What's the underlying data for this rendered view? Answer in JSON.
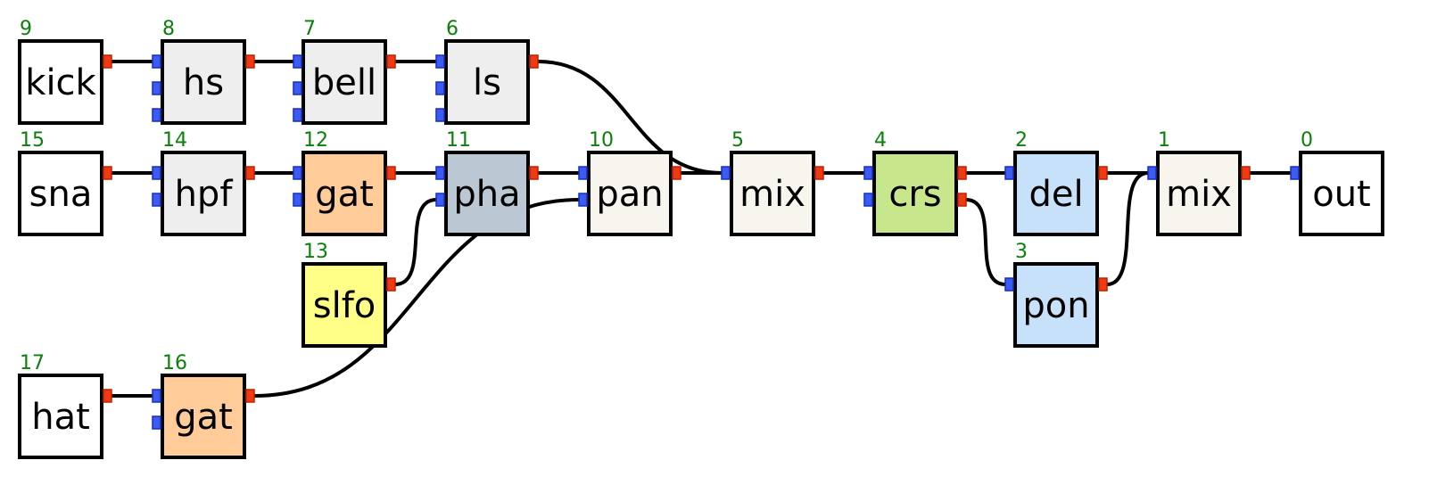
{
  "nodes": [
    {
      "id": "9",
      "label": "kick",
      "kind": "source",
      "fill": "#ffffff",
      "border": "#1010e0",
      "inputs": 0,
      "outputs": 1
    },
    {
      "id": "8",
      "label": "hs",
      "kind": "effect",
      "fill": "#eeeeee",
      "border": "#000000",
      "inputs": 3,
      "outputs": 1
    },
    {
      "id": "7",
      "label": "bell",
      "kind": "effect",
      "fill": "#eeeeee",
      "border": "#000000",
      "inputs": 3,
      "outputs": 1
    },
    {
      "id": "6",
      "label": "ls",
      "kind": "effect",
      "fill": "#eeeeee",
      "border": "#000000",
      "inputs": 3,
      "outputs": 1
    },
    {
      "id": "15",
      "label": "sna",
      "kind": "source",
      "fill": "#ffffff",
      "border": "#1010e0",
      "inputs": 0,
      "outputs": 1
    },
    {
      "id": "14",
      "label": "hpf",
      "kind": "effect",
      "fill": "#eeeeee",
      "border": "#000000",
      "inputs": 2,
      "outputs": 1
    },
    {
      "id": "12",
      "label": "gat",
      "kind": "effect",
      "fill": "#ffcc99",
      "border": "#000000",
      "inputs": 2,
      "outputs": 1
    },
    {
      "id": "11",
      "label": "pha",
      "kind": "effect",
      "fill": "#bbc8d4",
      "border": "#000000",
      "inputs": 2,
      "outputs": 1
    },
    {
      "id": "13",
      "label": "slfo",
      "kind": "modulator",
      "fill": "#ffff88",
      "border": "#000000",
      "inputs": 0,
      "outputs": 1
    },
    {
      "id": "10",
      "label": "pan",
      "kind": "effect",
      "fill": "#f7f5ee",
      "border": "#000000",
      "inputs": 2,
      "outputs": 1
    },
    {
      "id": "5",
      "label": "mix",
      "kind": "mixer",
      "fill": "#f7f5ee",
      "border": "#000000",
      "inputs": 1,
      "outputs": 1
    },
    {
      "id": "4",
      "label": "crs",
      "kind": "effect",
      "fill": "#c8e68c",
      "border": "#000000",
      "inputs": 2,
      "outputs": 2
    },
    {
      "id": "2",
      "label": "del",
      "kind": "effect",
      "fill": "#c8e1fa",
      "border": "#000000",
      "inputs": 1,
      "outputs": 1
    },
    {
      "id": "3",
      "label": "pon",
      "kind": "effect",
      "fill": "#c8e1fa",
      "border": "#000000",
      "inputs": 1,
      "outputs": 1
    },
    {
      "id": "1",
      "label": "mix",
      "kind": "mixer",
      "fill": "#f7f5ee",
      "border": "#000000",
      "inputs": 1,
      "outputs": 1
    },
    {
      "id": "0",
      "label": "out",
      "kind": "sink",
      "fill": "#ffffff",
      "border": "#ee1010",
      "inputs": 1,
      "outputs": 0
    },
    {
      "id": "17",
      "label": "hat",
      "kind": "source",
      "fill": "#ffffff",
      "border": "#1010e0",
      "inputs": 0,
      "outputs": 1
    },
    {
      "id": "16",
      "label": "gat",
      "kind": "effect",
      "fill": "#ffcc99",
      "border": "#000000",
      "inputs": 2,
      "outputs": 1
    }
  ],
  "edges": [
    {
      "from": "9",
      "from_port": 0,
      "to": "8",
      "to_port": 0
    },
    {
      "from": "8",
      "from_port": 0,
      "to": "7",
      "to_port": 0
    },
    {
      "from": "7",
      "from_port": 0,
      "to": "6",
      "to_port": 0
    },
    {
      "from": "6",
      "from_port": 0,
      "to": "5",
      "to_port": 0
    },
    {
      "from": "15",
      "from_port": 0,
      "to": "14",
      "to_port": 0
    },
    {
      "from": "14",
      "from_port": 0,
      "to": "12",
      "to_port": 0
    },
    {
      "from": "12",
      "from_port": 0,
      "to": "11",
      "to_port": 0
    },
    {
      "from": "13",
      "from_port": 0,
      "to": "11",
      "to_port": 1
    },
    {
      "from": "11",
      "from_port": 0,
      "to": "10",
      "to_port": 0
    },
    {
      "from": "16",
      "from_port": 0,
      "to": "10",
      "to_port": 1
    },
    {
      "from": "17",
      "from_port": 0,
      "to": "16",
      "to_port": 0
    },
    {
      "from": "10",
      "from_port": 0,
      "to": "5",
      "to_port": 0
    },
    {
      "from": "5",
      "from_port": 0,
      "to": "4",
      "to_port": 0
    },
    {
      "from": "4",
      "from_port": 0,
      "to": "2",
      "to_port": 0
    },
    {
      "from": "4",
      "from_port": 1,
      "to": "3",
      "to_port": 0
    },
    {
      "from": "2",
      "from_port": 0,
      "to": "1",
      "to_port": 0
    },
    {
      "from": "3",
      "from_port": 0,
      "to": "1",
      "to_port": 0
    },
    {
      "from": "1",
      "from_port": 0,
      "to": "0",
      "to_port": 0
    }
  ]
}
